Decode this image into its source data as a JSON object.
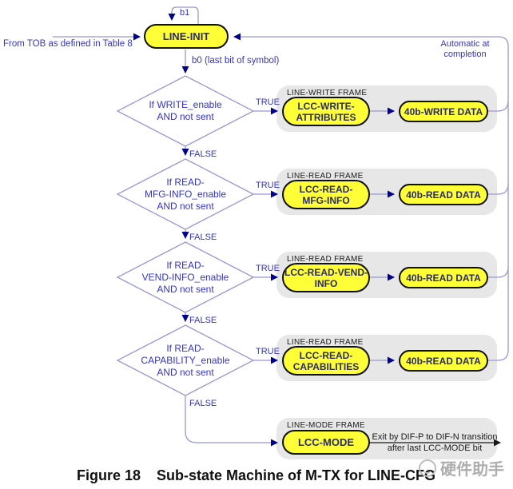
{
  "colors": {
    "state_fill": "#ffff38",
    "state_border": "#111111",
    "state_text": "#2b2b66",
    "label_blue": "#3333cc",
    "connector": "#9898d0",
    "arrowhead": "#00008b",
    "frame_bg": "#e7e7e7",
    "exit_text": "#1a1a1a"
  },
  "top": {
    "state": "LINE-INIT",
    "loop_label": "b1",
    "entry_label": "From TOB as defined in Table 8",
    "return_label": [
      "Automatic at",
      "completion"
    ],
    "b0_label": "b0 (last bit of symbol)"
  },
  "rows": [
    {
      "frame": "LINE-WRITE FRAME",
      "condition": [
        "If WRITE_enable",
        "AND not sent"
      ],
      "true_label": "TRUE",
      "false_label": "FALSE",
      "lcc": [
        "LCC-WRITE-",
        "ATTRIBUTES"
      ],
      "data": "40b-WRITE DATA"
    },
    {
      "frame": "LINE-READ FRAME",
      "condition": [
        "If READ-",
        "MFG-INFO_enable",
        "AND not sent"
      ],
      "true_label": "TRUE",
      "false_label": "FALSE",
      "lcc": [
        "LCC-READ-",
        "MFG-INFO"
      ],
      "data": "40b-READ DATA"
    },
    {
      "frame": "LINE-READ FRAME",
      "condition": [
        "If READ-",
        "VEND-INFO_enable",
        "AND not sent"
      ],
      "true_label": "TRUE",
      "false_label": "FALSE",
      "lcc": [
        "LCC-READ-VEND-",
        "INFO"
      ],
      "data": "40b-READ DATA"
    },
    {
      "frame": "LINE-READ FRAME",
      "condition": [
        "If READ-",
        "CAPABILITY_enable",
        "AND not sent"
      ],
      "true_label": "TRUE",
      "false_label": "FALSE",
      "lcc": [
        "LCC-READ-",
        "CAPABILITIES"
      ],
      "data": "40b-READ DATA"
    }
  ],
  "mode": {
    "frame": "LINE-MODE FRAME",
    "state": "LCC-MODE",
    "exit_note": [
      "Exit by DIF-P to DIF-N transition",
      "after last LCC-MODE bit"
    ]
  },
  "caption": {
    "figure": "Figure 18",
    "title": "Sub-state Machine of M-TX for LINE-CFG"
  },
  "watermark": {
    "text": "硬件助手"
  }
}
